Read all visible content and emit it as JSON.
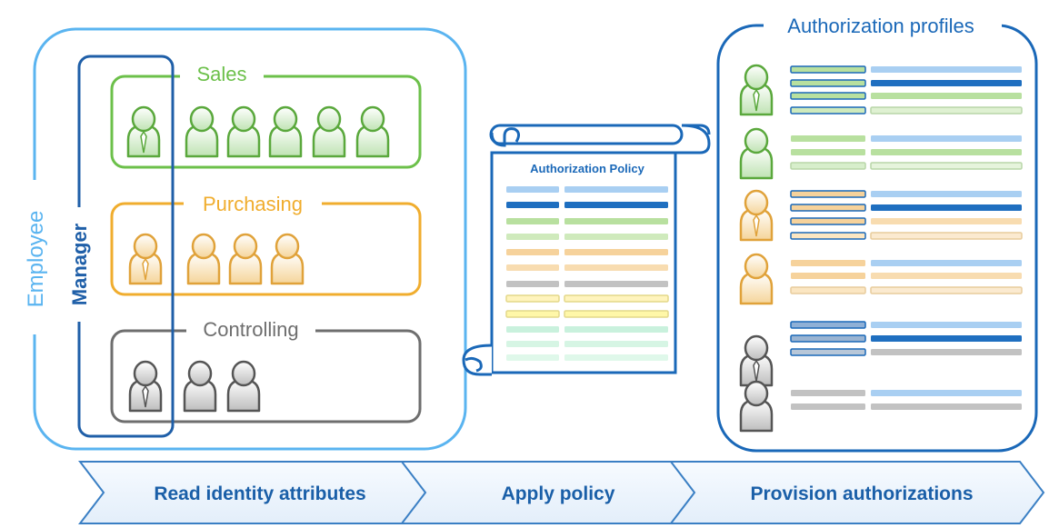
{
  "groups": {
    "employee_label": "Employee",
    "manager_label": "Manager",
    "sales_label": "Sales",
    "purchasing_label": "Purchasing",
    "controlling_label": "Controlling"
  },
  "policy": {
    "title": "Authorization Policy"
  },
  "profiles": {
    "title": "Authorization profiles"
  },
  "steps": [
    {
      "label": "Read identity attributes"
    },
    {
      "label": "Apply policy"
    },
    {
      "label": "Provision authorizations"
    }
  ],
  "colors": {
    "employee": "#5ab4f0",
    "manager": "#1f5fa8",
    "sales": "#6cc04a",
    "purchasing": "#f0ad2e",
    "controlling": "#6e6e6e",
    "profiles_frame": "#1a68b8",
    "step_text": "#1a5fa8",
    "step_fill": "#edf4fb",
    "step_stroke": "#3a7fc4"
  }
}
